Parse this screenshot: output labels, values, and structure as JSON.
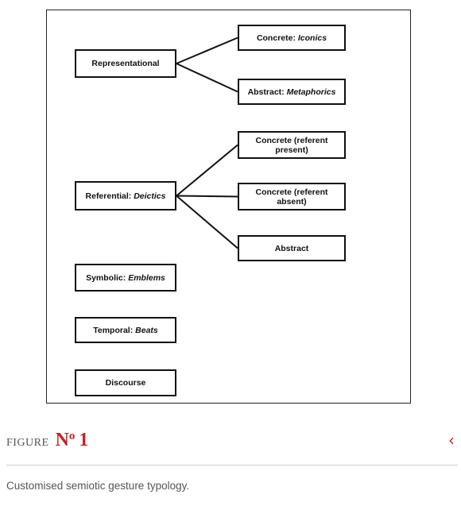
{
  "diagram": {
    "boxes": {
      "representational": {
        "text": "Representational",
        "italic": ""
      },
      "iconics": {
        "text": "Concrete: ",
        "italic": "Iconics"
      },
      "metaphorics": {
        "text": "Abstract: ",
        "italic": "Metaphorics"
      },
      "deictics": {
        "text": "Referential: ",
        "italic": "Deictics"
      },
      "referent_present": {
        "text": "Concrete (referent present)",
        "italic": ""
      },
      "referent_absent": {
        "text": "Concrete (referent absent)",
        "italic": ""
      },
      "abstract": {
        "text": "Abstract",
        "italic": ""
      },
      "emblems": {
        "text": "Symbolic: ",
        "italic": "Emblems"
      },
      "beats": {
        "text": "Temporal: ",
        "italic": "Beats"
      },
      "discourse": {
        "text": "Discourse",
        "italic": ""
      }
    },
    "edges": [
      [
        "representational",
        "iconics"
      ],
      [
        "representational",
        "metaphorics"
      ],
      [
        "deictics",
        "referent_present"
      ],
      [
        "deictics",
        "referent_absent"
      ],
      [
        "deictics",
        "abstract"
      ]
    ]
  },
  "figure": {
    "word": "FIGURE",
    "number_prefix": "N",
    "number_sup": "o",
    "number": "1",
    "caption": "Customised semiotic gesture typology."
  },
  "colors": {
    "accent": "#c42424",
    "line": "#111111",
    "divider": "#cccccc"
  },
  "icons": {
    "collapse": "chevron-left-icon"
  }
}
